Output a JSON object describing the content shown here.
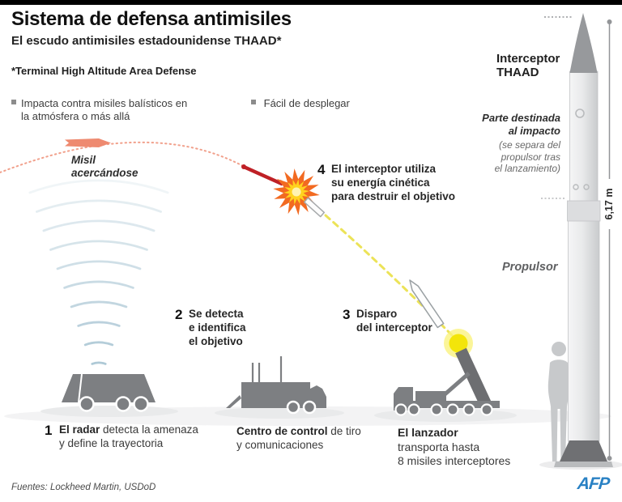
{
  "header": {
    "title": "Sistema de defensa antimisiles",
    "subtitle": "El escudo antimisiles estadounidense THAAD*",
    "footnote": "*Terminal High Altitude Area Defense"
  },
  "features": {
    "f1_line1": "Impacta contra misiles balísticos en",
    "f1_line2": "la atmósfera o más allá",
    "f2": "Fácil de desplegar"
  },
  "trajectory": {
    "missile_label_line1": "Misil",
    "missile_label_line2": "acercándose"
  },
  "steps": {
    "s1": {
      "num": "1",
      "bold": "El radar",
      "rest1": " detecta la amenaza",
      "line2": "y define la trayectoria"
    },
    "s2": {
      "num": "2",
      "line1": "Se detecta",
      "line2": "e identifica",
      "line3": "el objetivo"
    },
    "s3": {
      "num": "3",
      "line1": "Disparo",
      "line2": "del interceptor"
    },
    "s4": {
      "num": "4",
      "line1": "El interceptor utiliza",
      "line2": "su energía cinética",
      "line3": "para destruir el objetivo"
    }
  },
  "vehicles": {
    "control": {
      "bold": "Centro de control",
      "rest1": " de tiro",
      "line2": "y comunicaciones"
    },
    "launcher": {
      "bold": "El lanzador",
      "line2": "transporta hasta",
      "line3": "8 misiles interceptores"
    }
  },
  "rocket": {
    "title_line1": "Interceptor",
    "title_line2": "THAAD",
    "impact_line1": "Parte destinada",
    "impact_line2": "al impacto",
    "note_line1": "(se separa del",
    "note_line2": "propulsor tras",
    "note_line3": "el lanzamiento)",
    "booster": "Propulsor",
    "height": "6,17 m"
  },
  "footer": {
    "sources": "Fuentes: Lockheed Martin, USDoD",
    "logo": "AFP"
  },
  "colors": {
    "accent_red": "#bf2026",
    "explosion_orange": "#f26a21",
    "explosion_yellow": "#ffd21e",
    "trajectory_salmon": "#ef8f77",
    "trajectory_yellow": "#ece358",
    "radar_blue": "#aac6d4",
    "vehicle_gray": "#7d7f82",
    "afp_blue": "#2981c4"
  }
}
